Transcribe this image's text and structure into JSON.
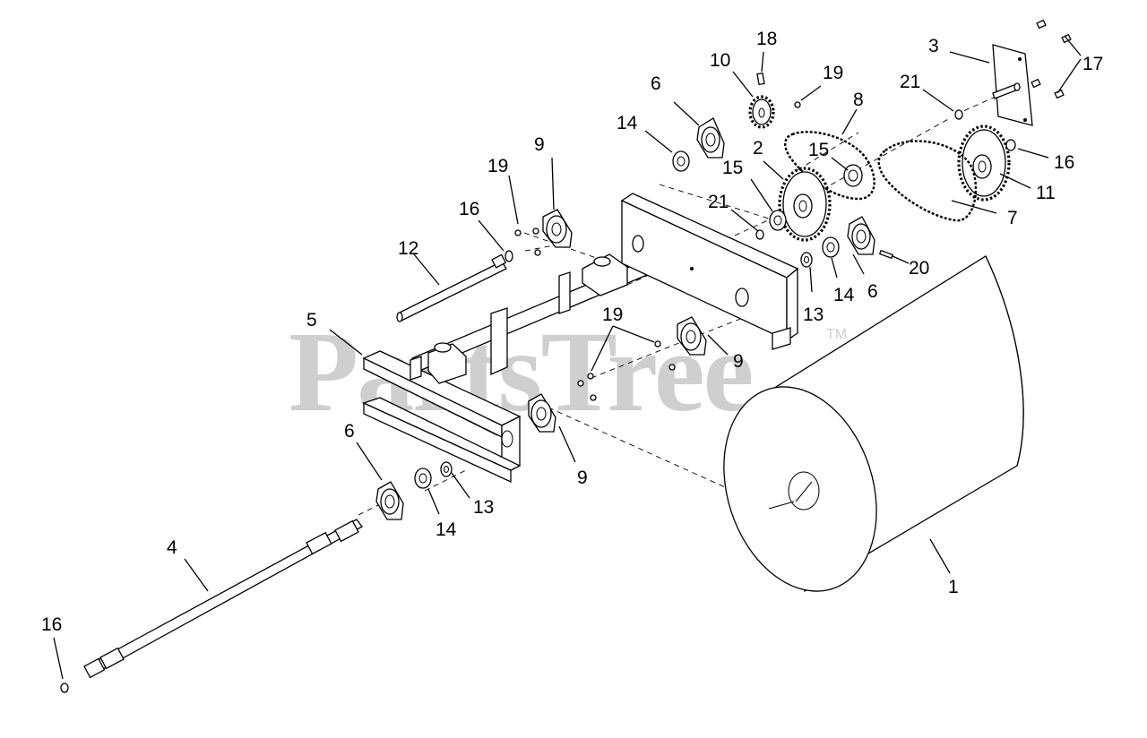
{
  "diagram": {
    "watermark": {
      "text": "PartsTree",
      "tm": "TM",
      "color": "#cfcfcf"
    },
    "callouts": [
      {
        "id": "c1",
        "label": "1"
      },
      {
        "id": "c2",
        "label": "2"
      },
      {
        "id": "c3",
        "label": "3"
      },
      {
        "id": "c4",
        "label": "4"
      },
      {
        "id": "c5",
        "label": "5"
      },
      {
        "id": "c6a",
        "label": "6"
      },
      {
        "id": "c6b",
        "label": "6"
      },
      {
        "id": "c6c",
        "label": "6"
      },
      {
        "id": "c7",
        "label": "7"
      },
      {
        "id": "c8",
        "label": "8"
      },
      {
        "id": "c9a",
        "label": "9"
      },
      {
        "id": "c9b",
        "label": "9"
      },
      {
        "id": "c9c",
        "label": "9"
      },
      {
        "id": "c10",
        "label": "10"
      },
      {
        "id": "c11",
        "label": "11"
      },
      {
        "id": "c12",
        "label": "12"
      },
      {
        "id": "c13a",
        "label": "13"
      },
      {
        "id": "c13b",
        "label": "13"
      },
      {
        "id": "c14a",
        "label": "14"
      },
      {
        "id": "c14b",
        "label": "14"
      },
      {
        "id": "c14c",
        "label": "14"
      },
      {
        "id": "c15a",
        "label": "15"
      },
      {
        "id": "c15b",
        "label": "15"
      },
      {
        "id": "c16a",
        "label": "16"
      },
      {
        "id": "c16b",
        "label": "16"
      },
      {
        "id": "c16c",
        "label": "16"
      },
      {
        "id": "c17",
        "label": "17"
      },
      {
        "id": "c18",
        "label": "18"
      },
      {
        "id": "c19a",
        "label": "19"
      },
      {
        "id": "c19b",
        "label": "19"
      },
      {
        "id": "c19c",
        "label": "19"
      },
      {
        "id": "c20",
        "label": "20"
      },
      {
        "id": "c21a",
        "label": "21"
      },
      {
        "id": "c21b",
        "label": "21"
      }
    ]
  }
}
